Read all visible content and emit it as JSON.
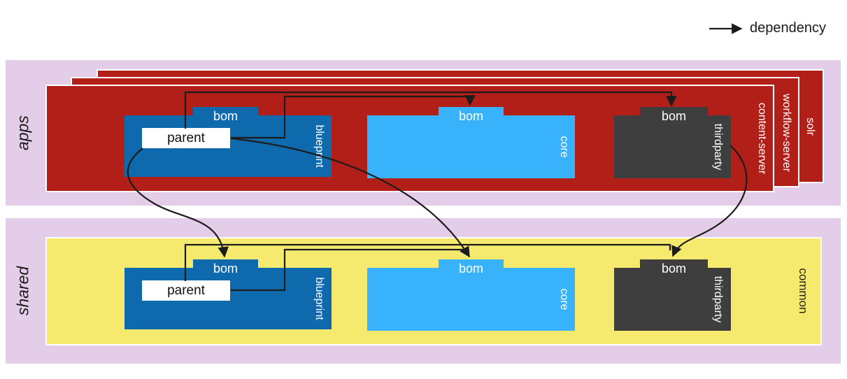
{
  "legend": {
    "label": "dependency"
  },
  "colors": {
    "band_background": "#e4cde9",
    "app_red": "#b21f18",
    "blueprint_blue": "#0e6aad",
    "core_light_blue": "#38b2fa",
    "thirdparty_gray": "#3e3e3e",
    "common_yellow": "#f5e96e",
    "arrow_black": "#1c1c1c",
    "parent_white": "#ffffff"
  },
  "apps_band": {
    "label": "apps",
    "stack_back_label": "solr",
    "stack_mid_label": "workflow-server",
    "stack_front_label": "content-server",
    "blueprint": {
      "name": "blueprint",
      "bom": "bom",
      "parent": "parent"
    },
    "core": {
      "name": "core",
      "bom": "bom"
    },
    "thirdparty": {
      "name": "thirdparty",
      "bom": "bom"
    }
  },
  "shared_band": {
    "label": "shared",
    "container_label": "common",
    "blueprint": {
      "name": "blueprint",
      "bom": "bom",
      "parent": "parent"
    },
    "core": {
      "name": "core",
      "bom": "bom"
    },
    "thirdparty": {
      "name": "thirdparty",
      "bom": "bom"
    }
  },
  "edges": [
    {
      "from": "apps/blueprint/parent",
      "to": "apps/core/bom"
    },
    {
      "from": "apps/blueprint/parent",
      "to": "apps/thirdparty/bom"
    },
    {
      "from": "apps/blueprint/parent",
      "to": "shared/blueprint/bom"
    },
    {
      "from": "apps/blueprint/parent",
      "to": "shared/core/bom"
    },
    {
      "from": "apps/thirdparty",
      "to": "shared/thirdparty/bom"
    },
    {
      "from": "shared/blueprint/parent",
      "to": "shared/core/bom"
    },
    {
      "from": "shared/blueprint/parent",
      "to": "shared/thirdparty/bom"
    }
  ]
}
